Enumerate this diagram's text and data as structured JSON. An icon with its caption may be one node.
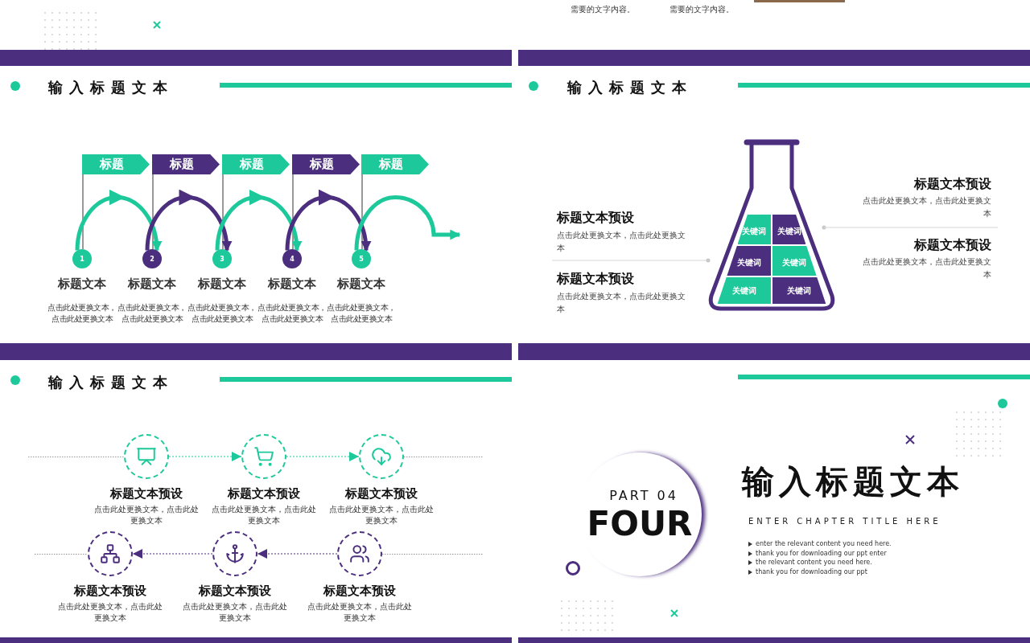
{
  "diagram": {
    "nodes": [
      {
        "text": [
          "标题"
        ]
      },
      {
        "text": [
          "标题"
        ]
      },
      {
        "text": [
          "标题"
        ]
      },
      {
        "text": [
          "标题"
        ]
      },
      {
        "text": [
          "标题"
        ]
      },
      {
        "text": [
          "1"
        ],
        "beside": [
          "标题文本",
          "点击此处更换文本，点击此处更换文本"
        ]
      },
      {
        "text": [
          "2"
        ],
        "beside": [
          "标题文本",
          "点击此处更换文本，点击此处更换文本"
        ]
      },
      {
        "text": [
          "3"
        ],
        "beside": [
          "标题文本",
          "点击此处更换文本，点击此处更换文本"
        ]
      },
      {
        "text": [
          "4"
        ],
        "beside": [
          "标题文本",
          "点击此处更换文本，点击此处更换文本"
        ]
      },
      {
        "text": [
          "5"
        ],
        "beside": [
          "标题文本",
          "点击此处更换文本，点击此处更换文本"
        ]
      },
      {
        "text": [],
        "shape": "flask"
      },
      {
        "text": [
          "关键词"
        ],
        "in": 10
      },
      {
        "text": [
          "关键词"
        ],
        "in": 10
      },
      {
        "text": [
          "关键词"
        ],
        "in": 10
      },
      {
        "text": [
          "关键词"
        ],
        "in": 10
      },
      {
        "text": [
          "关键词"
        ],
        "in": 10
      },
      {
        "text": [
          "关键词"
        ],
        "in": 10
      },
      {
        "text": [],
        "shape": "circle",
        "beside": [
          "标题文本预设",
          "点击此处更换文本，点击此处更换文本"
        ]
      },
      {
        "text": [],
        "shape": "circle",
        "beside": [
          "标题文本预设",
          "点击此处更换文本，点击此处更换文本"
        ]
      },
      {
        "text": [],
        "shape": "circle",
        "beside": [
          "标题文本预设",
          "点击此处更换文本，点击此处更换文本"
        ]
      },
      {
        "text": [],
        "shape": "circle",
        "beside": [
          "标题文本预设",
          "点击此处更换文本，点击此处更换文本"
        ]
      },
      {
        "text": [],
        "shape": "circle",
        "beside": [
          "标题文本预设",
          "点击此处更换文本，点击此处更换文本"
        ]
      },
      {
        "text": [],
        "shape": "circle",
        "beside": [
          "标题文本预设",
          "点击此处更换文本，点击此处更换文本"
        ]
      },
      {
        "text": [],
        "shape": "bar"
      },
      {
        "text": [],
        "shape": "bar"
      },
      {
        "text": [],
        "shape": "bar"
      },
      {
        "text": [],
        "shape": "bar"
      },
      {
        "text": [],
        "shape": "bar"
      },
      {
        "text": [],
        "shape": "bar"
      }
    ],
    "edges": [
      {
        "from": 0,
        "to": 5,
        "arrow": "none"
      },
      {
        "from": 1,
        "to": 6,
        "arrow": "none"
      },
      {
        "from": 2,
        "to": 7,
        "arrow": "none"
      },
      {
        "from": 3,
        "to": 8,
        "arrow": "none"
      },
      {
        "from": 4,
        "to": 9,
        "arrow": "none"
      },
      {
        "from": 5,
        "to": 6,
        "arrow": "to",
        "style": "thick",
        "color": "#1dc99b"
      },
      {
        "from": 6,
        "to": 7,
        "arrow": "to",
        "style": "thick",
        "color": "#4b2e7e"
      },
      {
        "from": 7,
        "to": 8,
        "arrow": "to",
        "style": "thick",
        "color": "#1dc99b"
      },
      {
        "from": 8,
        "to": 9,
        "arrow": "to",
        "style": "thick",
        "color": "#4b2e7e"
      },
      {
        "from": 9,
        "to": null,
        "arrow": "to",
        "style": "thick",
        "color": "#1dc99b"
      },
      {
        "from": 17,
        "to": 18,
        "arrow": "to",
        "style": "dashed",
        "color": "#1dc99b"
      },
      {
        "from": 18,
        "to": 19,
        "arrow": "to",
        "style": "dashed",
        "color": "#1dc99b"
      },
      {
        "from": 22,
        "to": 21,
        "arrow": "to",
        "style": "dashed",
        "color": "#4b2e7e"
      },
      {
        "from": 21,
        "to": 20,
        "arrow": "to",
        "style": "dashed",
        "color": "#4b2e7e"
      }
    ],
    "labels": [
      "需要的文字内容。",
      "需要的文字内容。",
      "输入标题文本",
      "输入标题文本",
      "标题文本预设",
      "点击此处更换文本，点击此处更换文本",
      "标题文本预设",
      "点击此处更换文本，点击此处更换文本",
      "标题文本预设",
      "点击此处更换文本，点击此处更换文本",
      "标题文本预设",
      "点击此处更换文本，点击此处更换文本",
      "输入标题文本",
      "PART 04",
      "FOUR",
      "输入标题文本",
      "ENTER CHAPTER TITLE HERE",
      "enter the relevant content you need here.",
      "thank you for downloading our ppt enter",
      "the relevant content you need here.",
      "thank you for downloading our ppt"
    ]
  }
}
